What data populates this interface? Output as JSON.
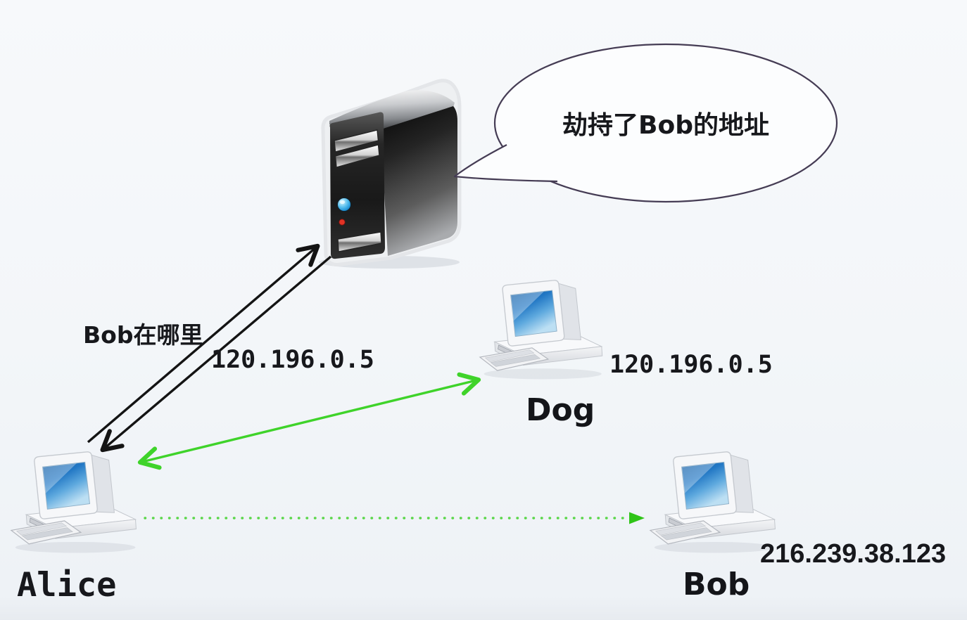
{
  "page": {
    "background": "#f3f6f9"
  },
  "bubble": {
    "text": "劫持了Bob的地址",
    "outline_color": "#453c54",
    "fill_color": "#fcfdfe",
    "speaker": "dns-server"
  },
  "server": {
    "icon": "dns-server-icon",
    "button_color": "#2196dd",
    "led_color": "#e23325"
  },
  "arrows": {
    "query": {
      "label": "Bob在哪里",
      "color": "#141414",
      "style": "solid",
      "direction": "alice-to-server"
    },
    "response": {
      "label": "120.196.0.5",
      "color": "#141414",
      "style": "solid",
      "direction": "server-to-alice"
    },
    "alice_dog": {
      "color": "#3fd32a",
      "style": "solid",
      "direction": "bidirectional"
    },
    "alice_bob": {
      "color": "#4ad637",
      "style": "dotted",
      "direction": "alice-to-bob"
    }
  },
  "nodes": {
    "alice": {
      "name": "Alice",
      "icon": "desktop-computer-icon"
    },
    "dog": {
      "name": "Dog",
      "ip": "120.196.0.5",
      "icon": "desktop-computer-icon"
    },
    "bob": {
      "name": "Bob",
      "ip": "216.239.38.123",
      "icon": "desktop-computer-icon"
    }
  },
  "screen_color": "#1e78c8"
}
